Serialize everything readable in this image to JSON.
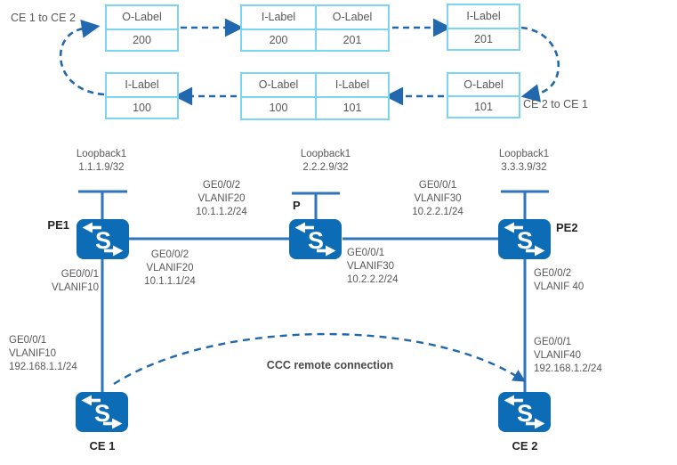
{
  "palette": {
    "cyan_border": "#7DD4F0",
    "gray_text": "#595757",
    "arrow_blue": "#2268AE",
    "link_blue": "#2E75BD",
    "icon_blue": "#0C6DB6"
  },
  "label_flow": {
    "forward_caption": "CE 1 to CE 2",
    "reverse_caption": "CE 2 to CE 1",
    "forward_boxes": [
      {
        "cells": [
          {
            "label": "O-Label",
            "value": "200"
          }
        ]
      },
      {
        "cells": [
          {
            "label": "I-Label",
            "value": "200"
          },
          {
            "label": "O-Label",
            "value": "201"
          }
        ]
      },
      {
        "cells": [
          {
            "label": "I-Label",
            "value": "201"
          }
        ]
      }
    ],
    "reverse_boxes": [
      {
        "cells": [
          {
            "label": "I-Label",
            "value": "100"
          }
        ]
      },
      {
        "cells": [
          {
            "label": "O-Label",
            "value": "100"
          },
          {
            "label": "I-Label",
            "value": "101"
          }
        ]
      },
      {
        "cells": [
          {
            "label": "O-Label",
            "value": "101"
          }
        ]
      }
    ]
  },
  "devices": {
    "icon_letter": "S",
    "pe1": {
      "name": "PE1",
      "loopback": "Loopback1\n1.1.1.9/32"
    },
    "p": {
      "name": "P",
      "loopback": "Loopback1\n2.2.2.9/32"
    },
    "pe2": {
      "name": "PE2",
      "loopback": "Loopback1\n3.3.3.9/32"
    },
    "ce1": {
      "name": "CE 1"
    },
    "ce2": {
      "name": "CE 2"
    }
  },
  "interfaces": {
    "p_left": "GE0/0/2\nVLANIF20\n10.1.1.2/24",
    "pe1_up": "GE0/0/2\nVLANIF20\n10.1.1.1/24",
    "pe2_left": "GE0/0/1\nVLANIF30\n10.2.2.1/24",
    "p_right": "GE0/0/1\nVLANIF30\n10.2.2.2/24",
    "pe1_down": "GE0/0/1\nVLANIF10",
    "ce1_up": "GE0/0/1\nVLANIF10\n192.168.1.1/24",
    "pe2_down": "GE0/0/2\nVLANIF 40",
    "ce2_up": "GE0/0/1\nVLANIF40\n192.168.1.2/24"
  },
  "annotations": {
    "ccc": "CCC remote connection"
  }
}
